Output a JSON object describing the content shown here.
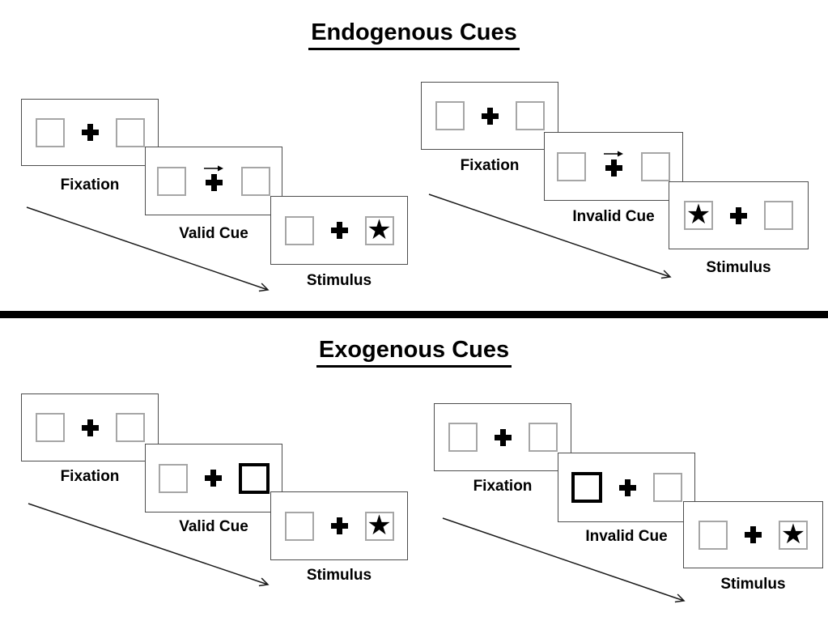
{
  "sections": [
    {
      "title": "Endogenous Cues",
      "groups": [
        {
          "name": "valid",
          "labels": [
            "Fixation",
            "Valid Cue",
            "Stimulus"
          ],
          "cue_type": "central-arrow",
          "target_side": "right"
        },
        {
          "name": "invalid",
          "labels": [
            "Fixation",
            "Invalid Cue",
            "Stimulus"
          ],
          "cue_type": "central-arrow",
          "target_side": "left"
        }
      ]
    },
    {
      "title": "Exogenous Cues",
      "groups": [
        {
          "name": "valid",
          "labels": [
            "Fixation",
            "Valid Cue",
            "Stimulus"
          ],
          "cue_type": "peripheral-box-right",
          "target_side": "right"
        },
        {
          "name": "invalid",
          "labels": [
            "Fixation",
            "Invalid Cue",
            "Stimulus"
          ],
          "cue_type": "peripheral-box-left",
          "target_side": "right"
        }
      ]
    }
  ],
  "icons": {
    "star": "★"
  },
  "colors": {
    "ink": "#000000",
    "panel_border": "#4d4d4d",
    "placeholder_border": "#a6a6a6",
    "background": "#ffffff"
  }
}
